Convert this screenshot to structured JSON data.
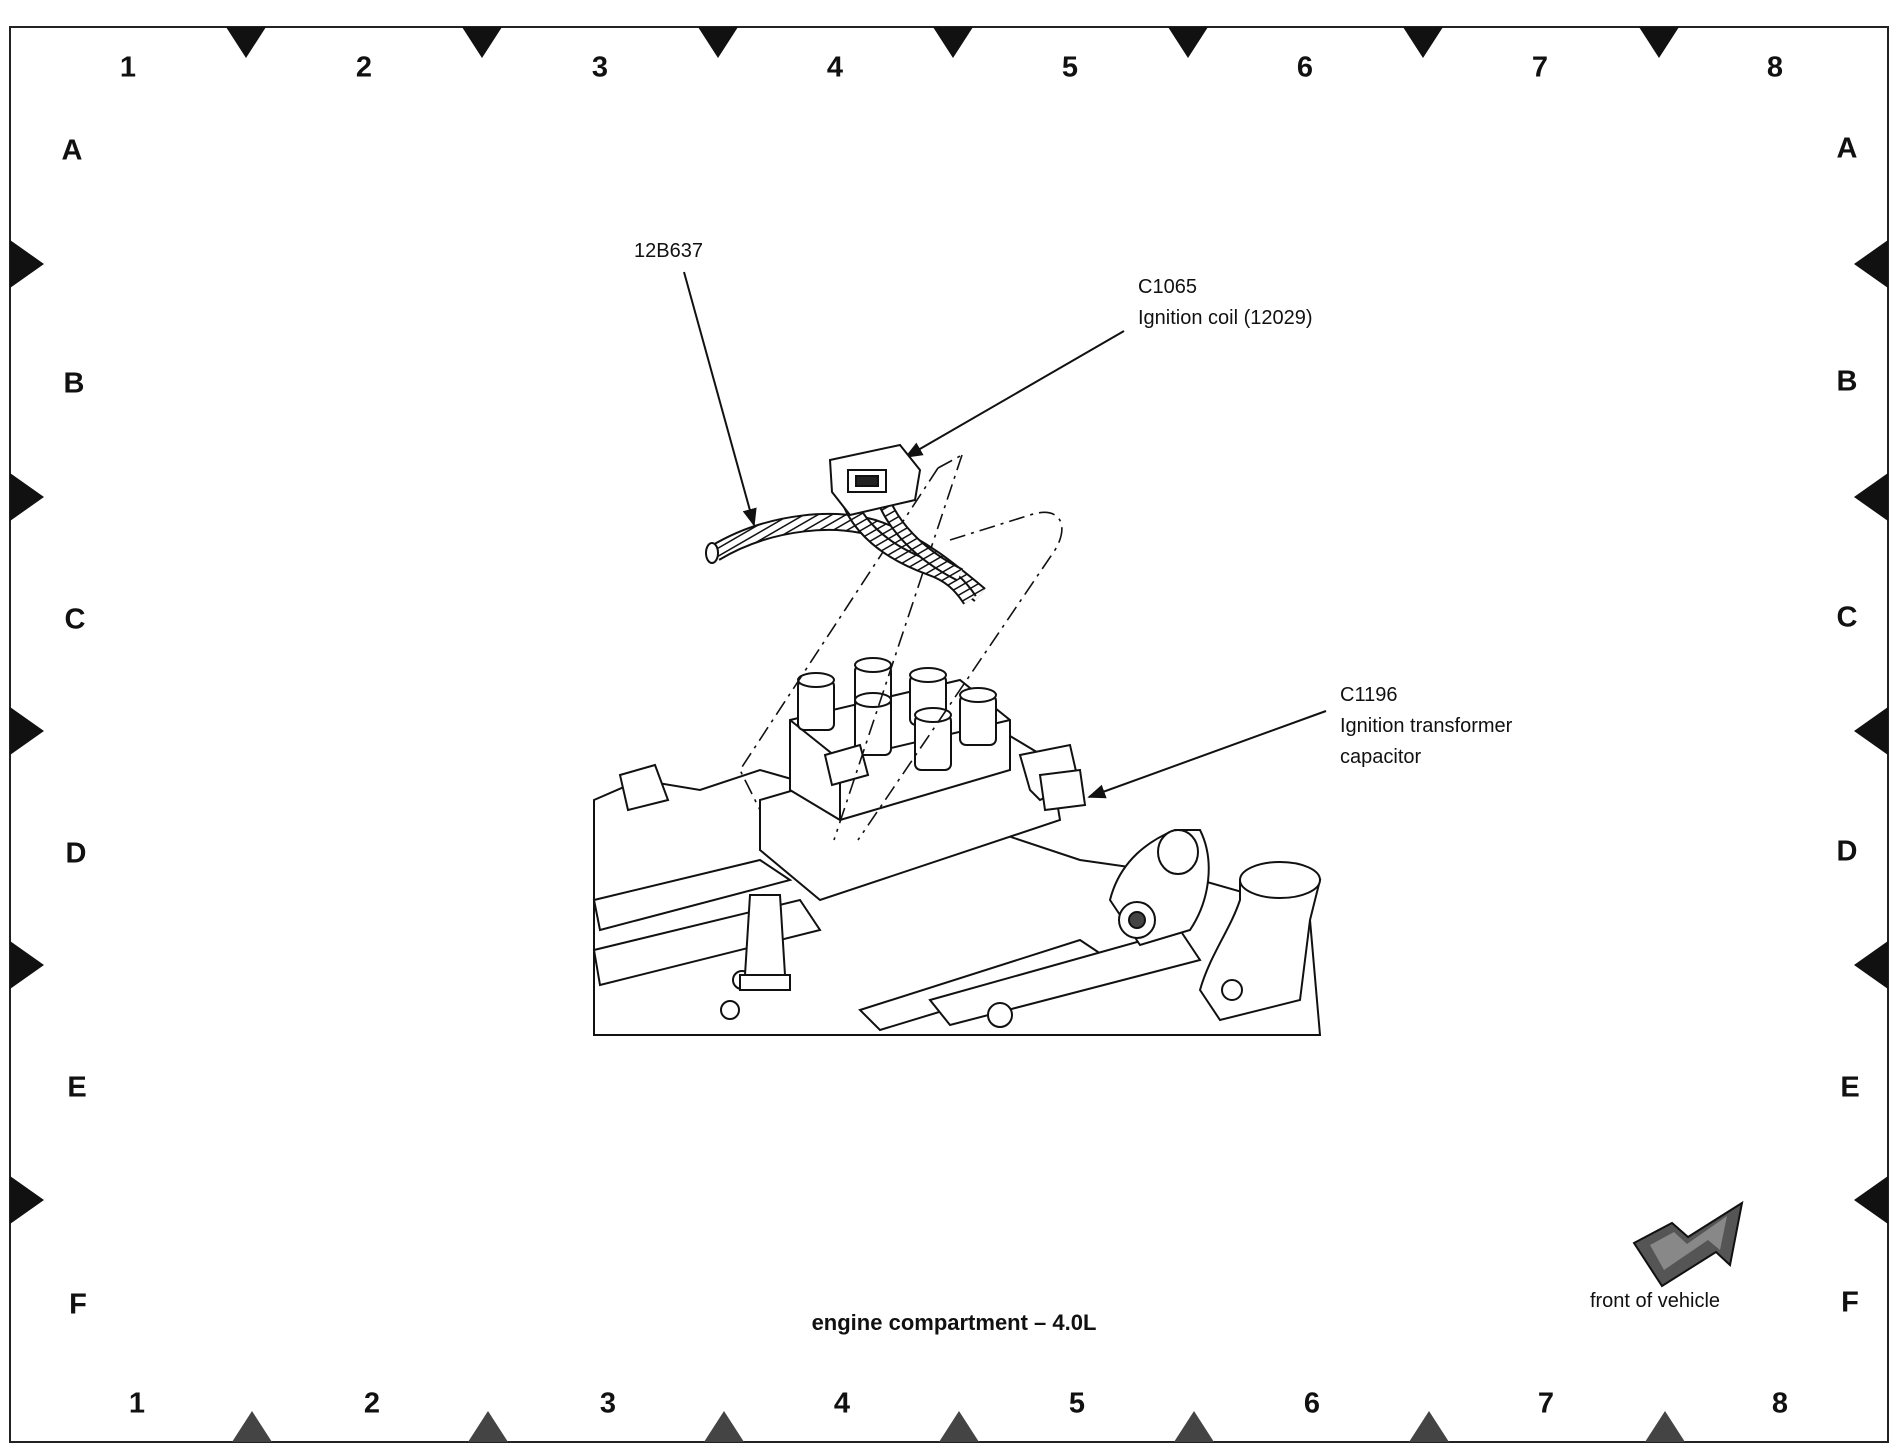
{
  "grid": {
    "columns": [
      "1",
      "2",
      "3",
      "4",
      "5",
      "6",
      "7",
      "8"
    ],
    "rows": [
      "A",
      "B",
      "C",
      "D",
      "E",
      "F"
    ]
  },
  "callouts": {
    "harness": {
      "line1": "12B637"
    },
    "coil_connector": {
      "line1": "C1065",
      "line2": "Ignition coil (12029)"
    },
    "capacitor": {
      "line1": "C1196",
      "line2": "Ignition transformer",
      "line3": "capacitor"
    }
  },
  "caption": "engine compartment – 4.0L",
  "orientation": {
    "label": "front of vehicle",
    "icon": "front-arrow-icon"
  },
  "colors": {
    "ink": "#111111",
    "border": "#222222",
    "arrow_fill": "#555555"
  }
}
